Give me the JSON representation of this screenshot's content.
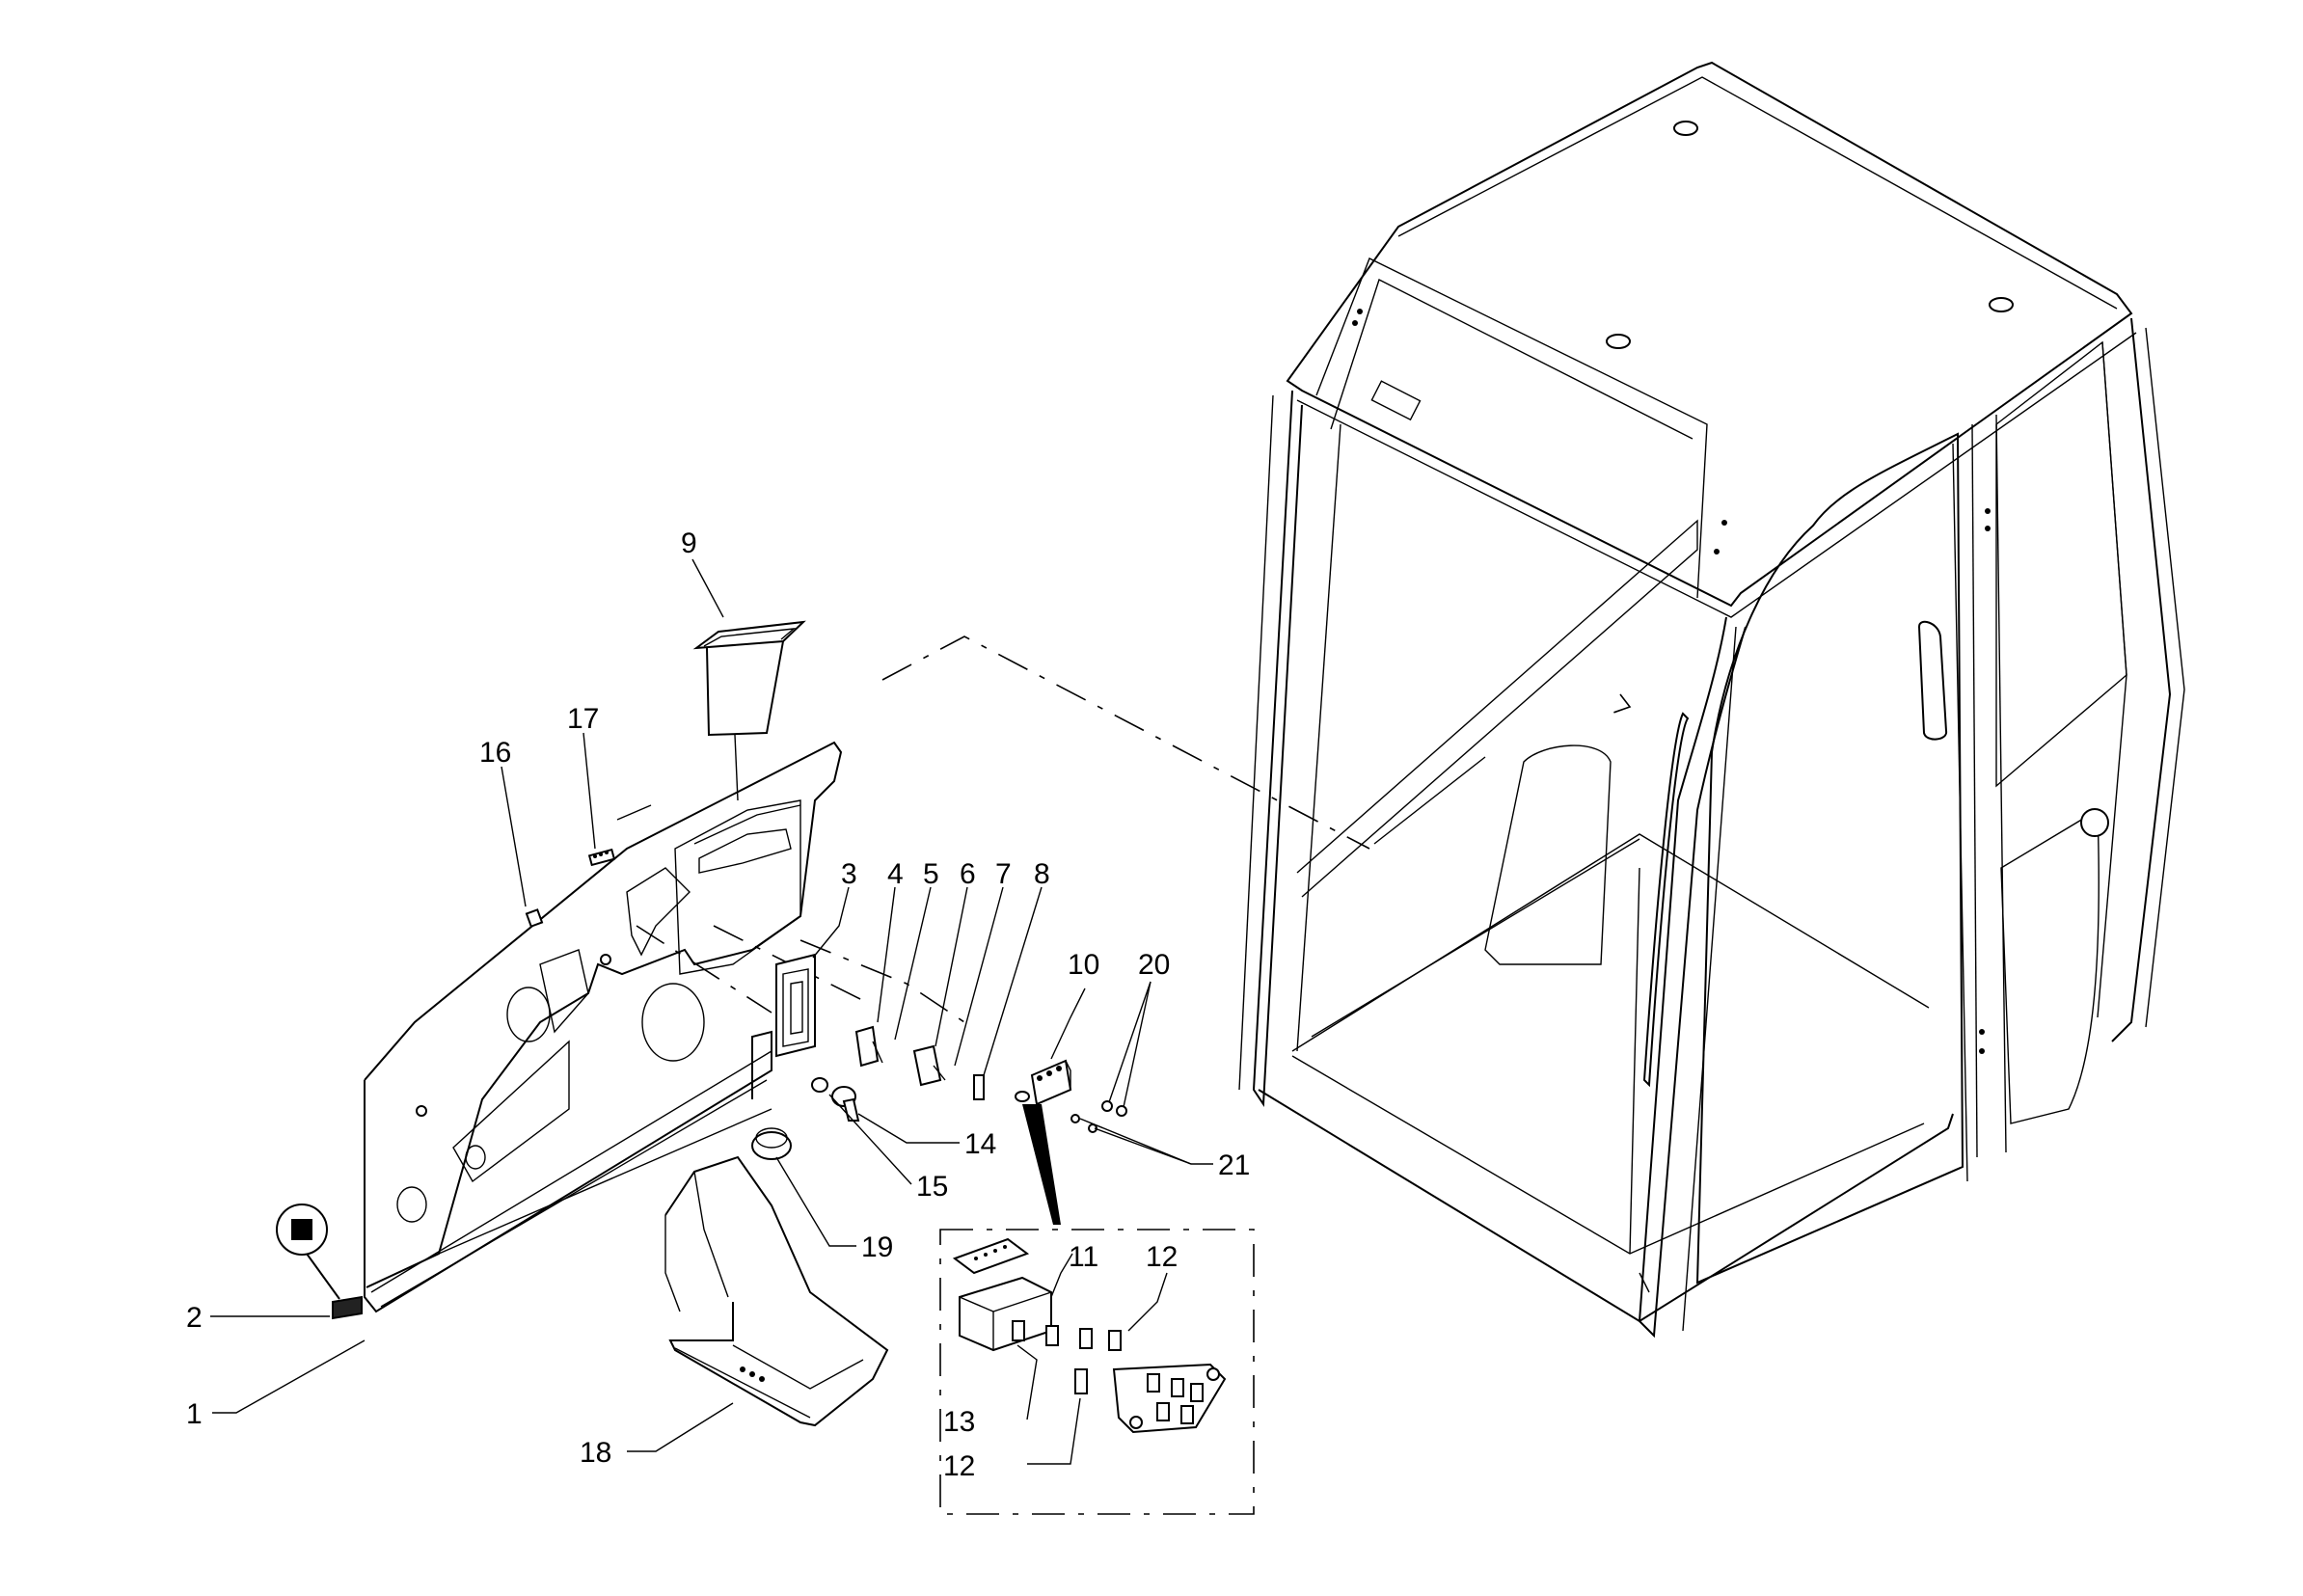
{
  "diagram": {
    "callouts": [
      {
        "id": "c1",
        "label": "1"
      },
      {
        "id": "c2",
        "label": "2"
      },
      {
        "id": "c3",
        "label": "3"
      },
      {
        "id": "c4",
        "label": "4"
      },
      {
        "id": "c5",
        "label": "5"
      },
      {
        "id": "c6",
        "label": "6"
      },
      {
        "id": "c7",
        "label": "7"
      },
      {
        "id": "c8",
        "label": "8"
      },
      {
        "id": "c9",
        "label": "9"
      },
      {
        "id": "c10",
        "label": "10"
      },
      {
        "id": "c11",
        "label": "11"
      },
      {
        "id": "c12a",
        "label": "12"
      },
      {
        "id": "c12b",
        "label": "12"
      },
      {
        "id": "c13",
        "label": "13"
      },
      {
        "id": "c14",
        "label": "14"
      },
      {
        "id": "c15",
        "label": "15"
      },
      {
        "id": "c16",
        "label": "16"
      },
      {
        "id": "c17",
        "label": "17"
      },
      {
        "id": "c18",
        "label": "18"
      },
      {
        "id": "c19",
        "label": "19"
      },
      {
        "id": "c20",
        "label": "20"
      },
      {
        "id": "c21",
        "label": "21"
      }
    ]
  }
}
